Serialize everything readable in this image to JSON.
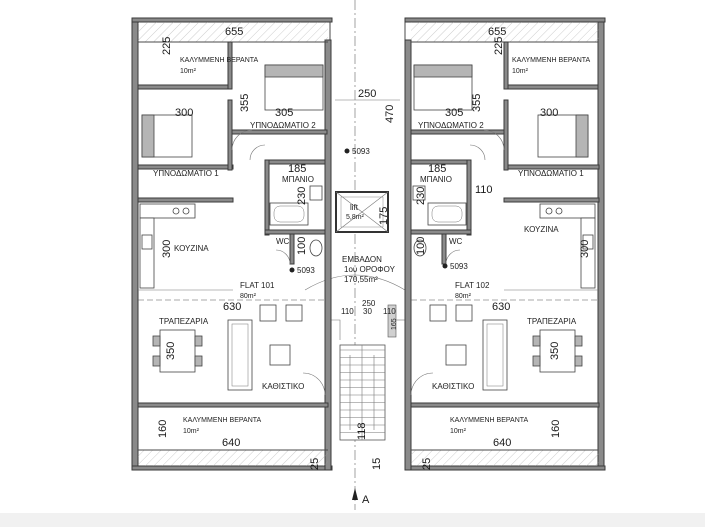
{
  "dims": {
    "top_left_width": "655",
    "top_right_width": "655",
    "veranda_top_h_left": "225",
    "veranda_top_h_right": "225",
    "bed2_w_left": "305",
    "bed2_w_right": "305",
    "bed2_h_left": "355",
    "bed2_h_right": "355",
    "bed1_w_left": "300",
    "bed1_w_right": "300",
    "core_w": "250",
    "core_h": "470",
    "bath_w_left": "185",
    "bath_w_right": "185",
    "bath_h_left": "230",
    "bath_h_right": "230",
    "right_110": "110",
    "lift_h": "175",
    "wc_h_left": "100",
    "wc_h_right": "100",
    "kitchen_h_left": "300",
    "kitchen_h_right": "300",
    "dining_w_left": "630",
    "dining_w_right": "630",
    "dining_h_left": "350",
    "dining_h_right": "350",
    "stair_250": "250",
    "stair_110_l": "110",
    "stair_30": "30",
    "stair_110_r": "110",
    "stair_165": "165",
    "stair_118": "118",
    "veranda_bottom_h_left": "160",
    "veranda_bottom_h_right": "160",
    "bottom_left_width": "640",
    "bottom_right_width": "640",
    "bottom_25_left": "25",
    "bottom_15": "15",
    "bottom_25_right": "25"
  },
  "levels": {
    "core": "5093",
    "flat_left": "5093",
    "flat_right": "5093"
  },
  "rooms": {
    "veranda_top_left": "ΚΑΛΥΜΜΕΝΗ ΒΕΡΑΝΤΑ",
    "veranda_top_left_area": "10m²",
    "veranda_top_right": "ΚΑΛΥΜΜΕΝΗ ΒΕΡΑΝΤΑ",
    "veranda_top_right_area": "10m²",
    "bedroom2_left": "ΥΠΝΟΔΩΜΑΤΙΟ 2",
    "bedroom2_right": "ΥΠΝΟΔΩΜΑΤΙΟ 2",
    "bedroom1_left": "ΥΠΝΟΔΩΜΑΤΙΟ 1",
    "bedroom1_right": "ΥΠΝΟΔΩΜΑΤΙΟ 1",
    "bath_left": "ΜΠΑΝΙΟ",
    "bath_right": "ΜΠΑΝΙΟ",
    "wc_left": "WC",
    "wc_right": "WC",
    "kitchen_left": "ΚΟΥΖΙΝΑ",
    "kitchen_right": "ΚΟΥΖΙΝΑ",
    "lift": "lift",
    "lift_area": "5,8m²",
    "floor_area_label": "ΕΜΒΑΔΟΝ",
    "floor_name": "1ου ΟΡΟΦΟΥ",
    "floor_area": "170,55m²",
    "flat_left": "FLAT 101",
    "flat_left_area": "80m²",
    "flat_right": "FLAT 102",
    "flat_right_area": "80m²",
    "dining_left": "ΤΡΑΠΕΖΑΡΙΑ",
    "dining_right": "ΤΡΑΠΕΖΑΡΙΑ",
    "living_left": "ΚΑΘΙΣΤΙΚΟ",
    "living_right": "ΚΑΘΙΣΤΙΚΟ",
    "veranda_bottom_left": "ΚΑΛΥΜΜΕΝΗ ΒΕΡΑΝΤΑ",
    "veranda_bottom_left_area": "10m²",
    "veranda_bottom_right": "ΚΑΛΥΜΜΕΝΗ ΒΕΡΑΝΤΑ",
    "veranda_bottom_right_area": "10m²"
  },
  "section_marker": "A"
}
